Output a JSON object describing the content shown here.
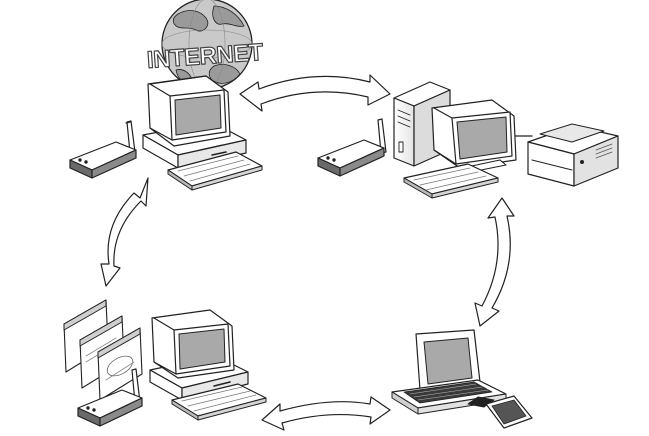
{
  "globe": {
    "label": "INTERNET"
  },
  "colors": {
    "outline": "#222222",
    "globe_fill": "#c9c9c9",
    "globe_land": "#9a9a9a",
    "screen": "#a9a9a9",
    "device_dark": "#6a6a6a",
    "arrow_fill": "#ffffff"
  },
  "nodes": [
    {
      "id": "internet-pc",
      "icon": "desktop-computer-icon"
    },
    {
      "id": "office-pc",
      "icon": "tower-computer-icon"
    },
    {
      "id": "printer",
      "icon": "printer-icon"
    },
    {
      "id": "home-pc",
      "icon": "desktop-computer-icon"
    },
    {
      "id": "laptop",
      "icon": "laptop-icon"
    },
    {
      "id": "pc-card",
      "icon": "wireless-card-icon"
    }
  ]
}
